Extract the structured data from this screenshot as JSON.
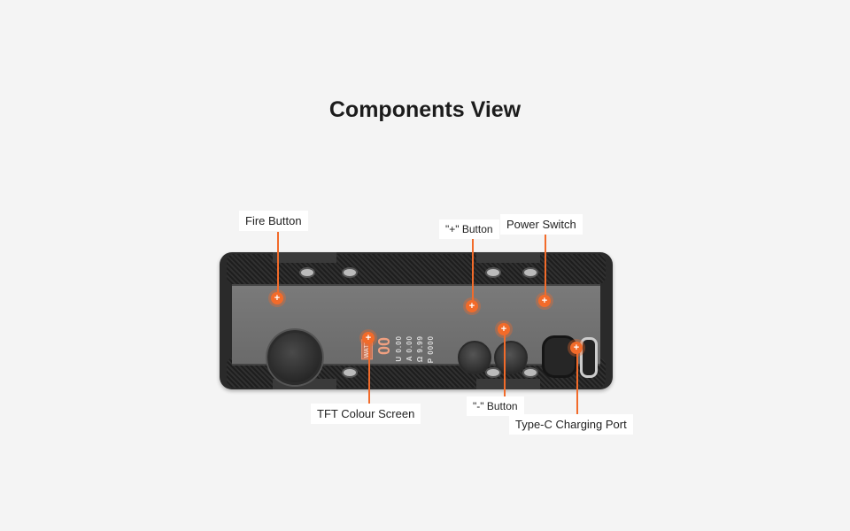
{
  "title": "Components View",
  "screen": {
    "mode": "WATT",
    "value": "00",
    "rows": [
      "U 0.00",
      "A 0.00",
      "Ω 9.99",
      "P 0000"
    ]
  },
  "callouts": {
    "fire": "Fire Button",
    "plus": "\"+\" Button",
    "power": "Power Switch",
    "screen": "TFT Colour Screen",
    "minus": "\"-\" Button",
    "typec": "Type-C Charging Port"
  },
  "accent": "#f26b2a"
}
